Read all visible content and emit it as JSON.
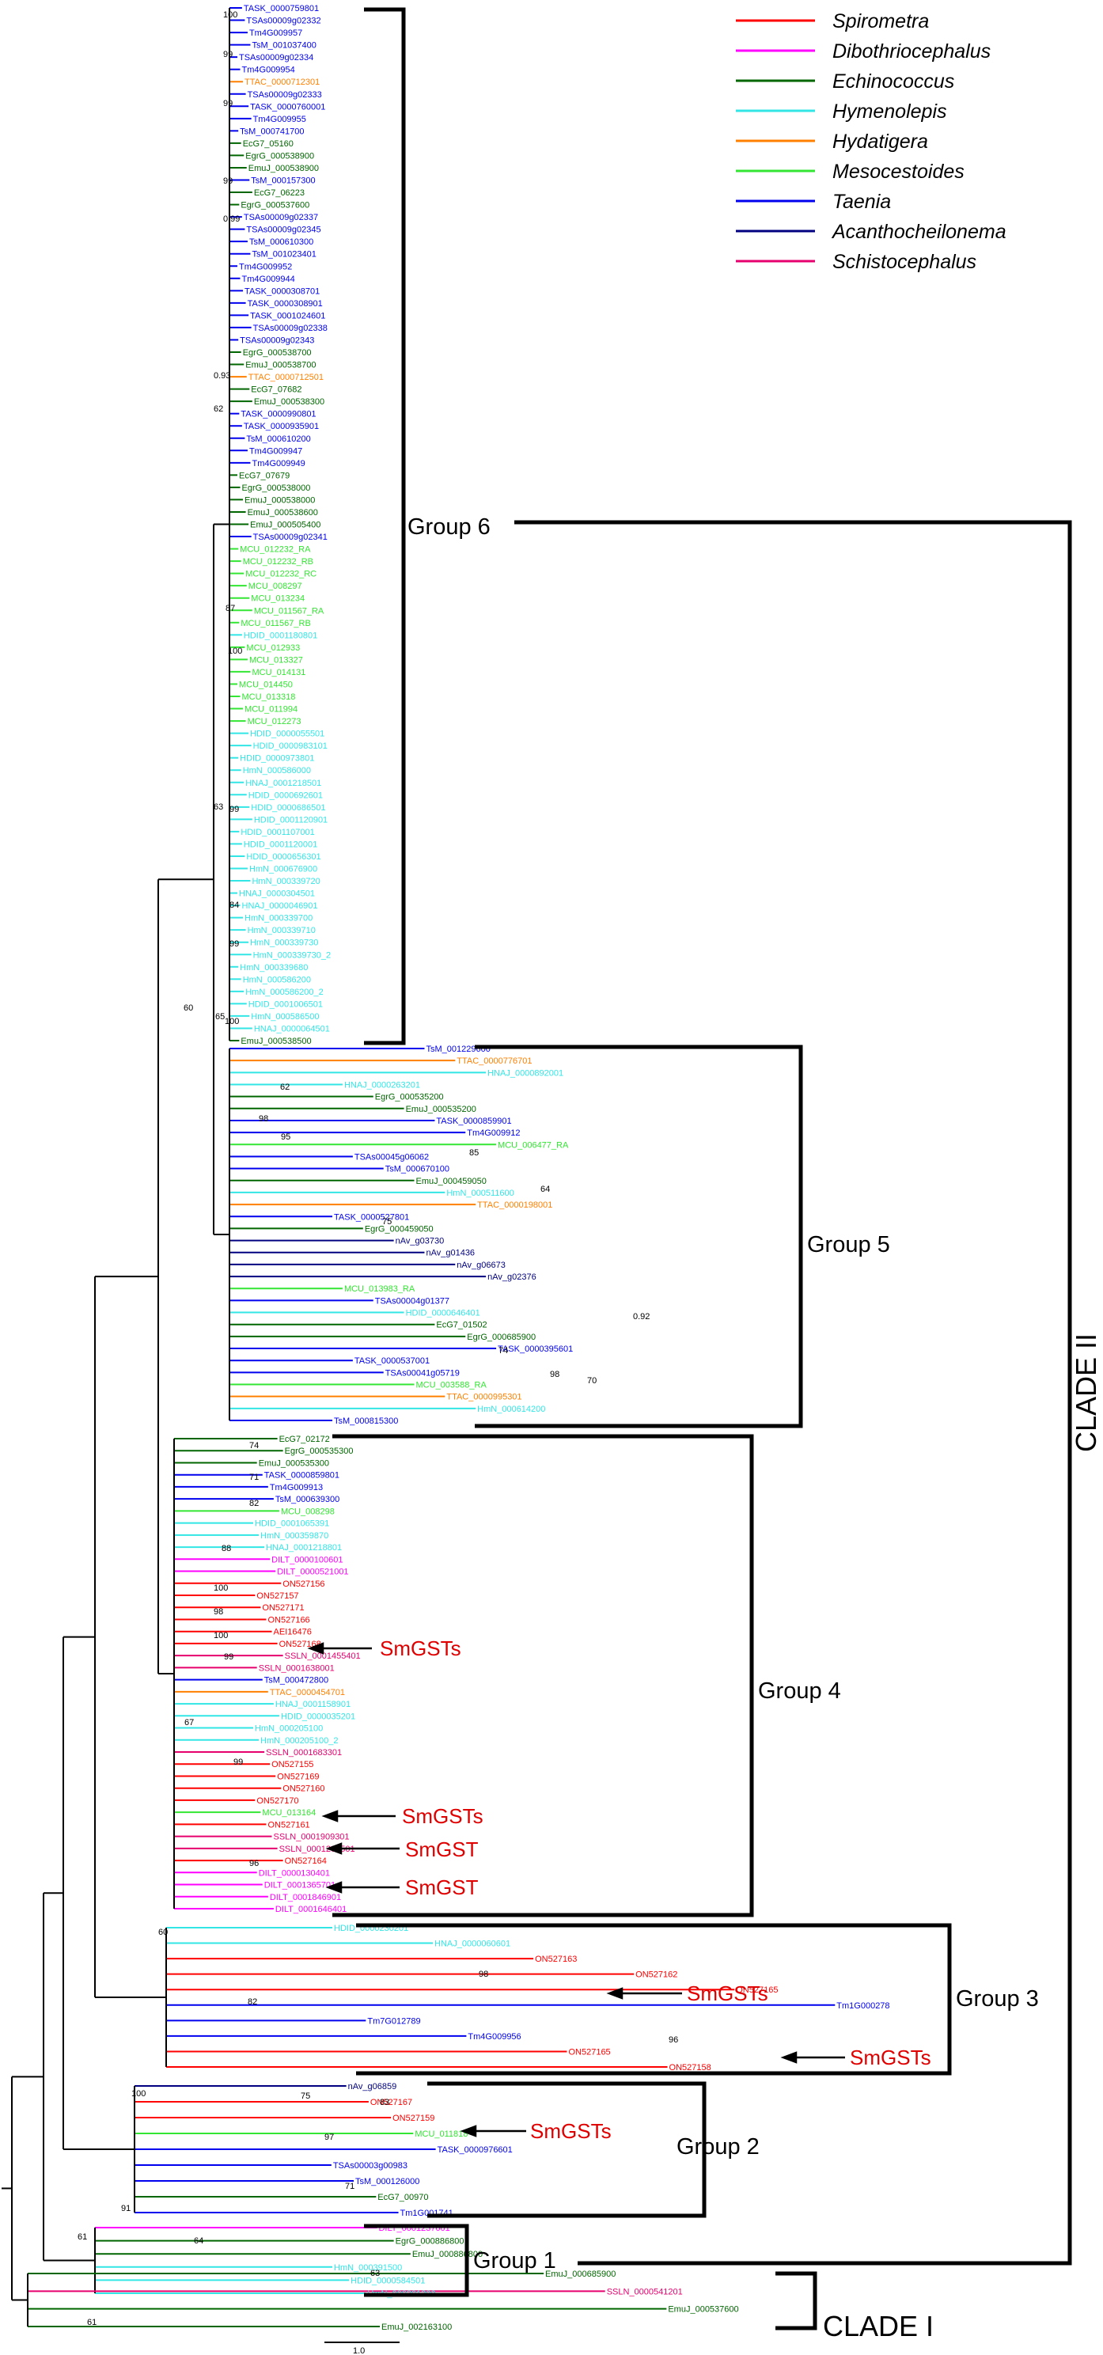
{
  "legend": [
    {
      "genus": "Spirometra",
      "color": "#ff0000"
    },
    {
      "genus": "Dibothriocephalus",
      "color": "#ff00ff"
    },
    {
      "genus": "Echinococcus",
      "color": "#006600"
    },
    {
      "genus": "Hymenolepis",
      "color": "#33e6e6"
    },
    {
      "genus": "Hydatigera",
      "color": "#ff8000"
    },
    {
      "genus": "Mesocestoides",
      "color": "#33e633"
    },
    {
      "genus": "Taenia",
      "color": "#0000ee"
    },
    {
      "genus": "Acanthocheilonema",
      "color": "#000080"
    },
    {
      "genus": "Schistocephalus",
      "color": "#e6006e"
    }
  ],
  "groups": [
    "Group 6",
    "Group 5",
    "Group 4",
    "Group 3",
    "Group 2",
    "Group 1"
  ],
  "clades": [
    "CLADE II",
    "CLADE I"
  ],
  "annotations": {
    "smgsts": "SmGSTs",
    "smgst": "SmGST"
  },
  "scale_label": "1.0",
  "bootstrap": [
    "100",
    "99",
    "99",
    "99",
    "0.99",
    "0.93",
    "62",
    "87",
    "100",
    "99",
    "84",
    "99",
    "65",
    "100",
    "63",
    "60",
    "98",
    "62",
    "95",
    "85",
    "64",
    "75",
    "0.92",
    "74",
    "98",
    "70",
    "74",
    "71",
    "82",
    "88",
    "100",
    "98",
    "100",
    "99",
    "67",
    "99",
    "96",
    "60",
    "98",
    "96",
    "82",
    "75",
    "97",
    "71",
    "100",
    "83",
    "91",
    "64",
    "63",
    "61",
    "61"
  ],
  "leaves": {
    "g6": [
      [
        "TASK_0000759801",
        "Taenia"
      ],
      [
        "TSAs00009g02332",
        "Taenia"
      ],
      [
        "Tm4G009957",
        "Taenia"
      ],
      [
        "TsM_001037400",
        "Taenia"
      ],
      [
        "TSAs00009g02334",
        "Taenia"
      ],
      [
        "Tm4G009954",
        "Taenia"
      ],
      [
        "TTAC_0000712301",
        "Hydatigera"
      ],
      [
        "TSAs00009g02333",
        "Taenia"
      ],
      [
        "TASK_0000760001",
        "Taenia"
      ],
      [
        "Tm4G009955",
        "Taenia"
      ],
      [
        "TsM_000741700",
        "Taenia"
      ],
      [
        "EcG7_05160",
        "Echinococcus"
      ],
      [
        "EgrG_000538900",
        "Echinococcus"
      ],
      [
        "EmuJ_000538900",
        "Echinococcus"
      ],
      [
        "TsM_000157300",
        "Taenia"
      ],
      [
        "EcG7_06223",
        "Echinococcus"
      ],
      [
        "EgrG_000537600",
        "Echinococcus"
      ],
      [
        "TSAs00009g02337",
        "Taenia"
      ],
      [
        "TSAs00009g02345",
        "Taenia"
      ],
      [
        "TsM_000610300",
        "Taenia"
      ],
      [
        "TsM_001023401",
        "Taenia"
      ],
      [
        "Tm4G009952",
        "Taenia"
      ],
      [
        "Tm4G009944",
        "Taenia"
      ],
      [
        "TASK_0000308701",
        "Taenia"
      ],
      [
        "TASK_0000308901",
        "Taenia"
      ],
      [
        "TASK_0001024601",
        "Taenia"
      ],
      [
        "TSAs00009g02338",
        "Taenia"
      ],
      [
        "TSAs00009g02343",
        "Taenia"
      ],
      [
        "EgrG_000538700",
        "Echinococcus"
      ],
      [
        "EmuJ_000538700",
        "Echinococcus"
      ],
      [
        "TTAC_0000712501",
        "Hydatigera"
      ],
      [
        "EcG7_07682",
        "Echinococcus"
      ],
      [
        "EmuJ_000538300",
        "Echinococcus"
      ],
      [
        "TASK_0000990801",
        "Taenia"
      ],
      [
        "TASK_0000935901",
        "Taenia"
      ],
      [
        "TsM_000610200",
        "Taenia"
      ],
      [
        "Tm4G009947",
        "Taenia"
      ],
      [
        "Tm4G009949",
        "Taenia"
      ],
      [
        "EcG7_07679",
        "Echinococcus"
      ],
      [
        "EgrG_000538000",
        "Echinococcus"
      ],
      [
        "EmuJ_000538000",
        "Echinococcus"
      ],
      [
        "EmuJ_000538600",
        "Echinococcus"
      ],
      [
        "EmuJ_000505400",
        "Echinococcus"
      ],
      [
        "TSAs00009g02341",
        "Taenia"
      ],
      [
        "MCU_012232_RA",
        "Mesocestoides"
      ],
      [
        "MCU_012232_RB",
        "Mesocestoides"
      ],
      [
        "MCU_012232_RC",
        "Mesocestoides"
      ],
      [
        "MCU_008297",
        "Mesocestoides"
      ],
      [
        "MCU_013234",
        "Mesocestoides"
      ],
      [
        "MCU_011567_RA",
        "Mesocestoides"
      ],
      [
        "MCU_011567_RB",
        "Mesocestoides"
      ],
      [
        "HDID_0001180801",
        "Hymenolepis"
      ],
      [
        "MCU_012933",
        "Mesocestoides"
      ],
      [
        "MCU_013327",
        "Mesocestoides"
      ],
      [
        "MCU_014131",
        "Mesocestoides"
      ],
      [
        "MCU_014450",
        "Mesocestoides"
      ],
      [
        "MCU_013318",
        "Mesocestoides"
      ],
      [
        "MCU_011994",
        "Mesocestoides"
      ],
      [
        "MCU_012273",
        "Mesocestoides"
      ],
      [
        "HDID_0000055501",
        "Hymenolepis"
      ],
      [
        "HDID_0000983101",
        "Hymenolepis"
      ],
      [
        "HDID_0000973801",
        "Hymenolepis"
      ],
      [
        "HmN_000586000",
        "Hymenolepis"
      ],
      [
        "HNAJ_0001218501",
        "Hymenolepis"
      ],
      [
        "HDID_0000692601",
        "Hymenolepis"
      ],
      [
        "HDID_0000686501",
        "Hymenolepis"
      ],
      [
        "HDID_0001120901",
        "Hymenolepis"
      ],
      [
        "HDID_0001107001",
        "Hymenolepis"
      ],
      [
        "HDID_0001120001",
        "Hymenolepis"
      ],
      [
        "HDID_0000656301",
        "Hymenolepis"
      ],
      [
        "HmN_000676900",
        "Hymenolepis"
      ],
      [
        "HmN_000339720",
        "Hymenolepis"
      ],
      [
        "HNAJ_0000304501",
        "Hymenolepis"
      ],
      [
        "HNAJ_0000046901",
        "Hymenolepis"
      ],
      [
        "HmN_000339700",
        "Hymenolepis"
      ],
      [
        "HmN_000339710",
        "Hymenolepis"
      ],
      [
        "HmN_000339730",
        "Hymenolepis"
      ],
      [
        "HmN_000339730_2",
        "Hymenolepis"
      ],
      [
        "HmN_000339680",
        "Hymenolepis"
      ],
      [
        "HmN_000586200",
        "Hymenolepis"
      ],
      [
        "HmN_000586200_2",
        "Hymenolepis"
      ],
      [
        "HDID_0001006501",
        "Hymenolepis"
      ],
      [
        "HmN_000586500",
        "Hymenolepis"
      ],
      [
        "HNAJ_0000064501",
        "Hymenolepis"
      ],
      [
        "EmuJ_000538500",
        "Echinococcus"
      ]
    ],
    "g5": [
      [
        "TsM_001229600",
        "Taenia"
      ],
      [
        "TTAC_0000776701",
        "Hydatigera"
      ],
      [
        "HNAJ_0000892001",
        "Hymenolepis"
      ],
      [
        "HNAJ_0000263201",
        "Hymenolepis"
      ],
      [
        "EgrG_000535200",
        "Echinococcus"
      ],
      [
        "EmuJ_000535200",
        "Echinococcus"
      ],
      [
        "TASK_0000859901",
        "Taenia"
      ],
      [
        "Tm4G009912",
        "Taenia"
      ],
      [
        "MCU_006477_RA",
        "Mesocestoides"
      ],
      [
        "TSAs00045g06062",
        "Taenia"
      ],
      [
        "TsM_000670100",
        "Taenia"
      ],
      [
        "EmuJ_000459050",
        "Echinococcus"
      ],
      [
        "HmN_000511600",
        "Hymenolepis"
      ],
      [
        "TTAC_0000198001",
        "Hydatigera"
      ],
      [
        "TASK_0000527801",
        "Taenia"
      ],
      [
        "EgrG_000459050",
        "Echinococcus"
      ],
      [
        "nAv_g03730",
        "Acanthocheilonema"
      ],
      [
        "nAv_g01436",
        "Acanthocheilonema"
      ],
      [
        "nAv_g06673",
        "Acanthocheilonema"
      ],
      [
        "nAv_g02376",
        "Acanthocheilonema"
      ],
      [
        "MCU_013983_RA",
        "Mesocestoides"
      ],
      [
        "TSAs00004g01377",
        "Taenia"
      ],
      [
        "HDID_0000646401",
        "Hymenolepis"
      ],
      [
        "EcG7_01502",
        "Echinococcus"
      ],
      [
        "EgrG_000685900",
        "Echinococcus"
      ],
      [
        "TASK_0000395601",
        "Taenia"
      ],
      [
        "TASK_0000537001",
        "Taenia"
      ],
      [
        "TSAs00041g05719",
        "Taenia"
      ],
      [
        "MCU_003588_RA",
        "Mesocestoides"
      ],
      [
        "TTAC_0000995301",
        "Hydatigera"
      ],
      [
        "HmN_000614200",
        "Hymenolepis"
      ],
      [
        "TsM_000815300",
        "Taenia"
      ]
    ],
    "g4": [
      [
        "EcG7_02172",
        "Echinococcus"
      ],
      [
        "EgrG_000535300",
        "Echinococcus"
      ],
      [
        "EmuJ_000535300",
        "Echinococcus"
      ],
      [
        "TASK_0000859801",
        "Taenia"
      ],
      [
        "Tm4G009913",
        "Taenia"
      ],
      [
        "TsM_000639300",
        "Taenia"
      ],
      [
        "MCU_008298",
        "Mesocestoides"
      ],
      [
        "HDID_0001065391",
        "Hymenolepis"
      ],
      [
        "HmN_000359870",
        "Hymenolepis"
      ],
      [
        "HNAJ_0001218801",
        "Hymenolepis"
      ],
      [
        "DILT_0000100601",
        "Dibothriocephalus"
      ],
      [
        "DILT_0000521001",
        "Dibothriocephalus"
      ],
      [
        "ON527156",
        "Spirometra"
      ],
      [
        "ON527157",
        "Spirometra"
      ],
      [
        "ON527171",
        "Spirometra"
      ],
      [
        "ON527166",
        "Spirometra"
      ],
      [
        "AEI16476",
        "Spirometra"
      ],
      [
        "ON527168",
        "Spirometra"
      ],
      [
        "SSLN_0001455401",
        "Schistocephalus"
      ],
      [
        "SSLN_0001638001",
        "Schistocephalus"
      ],
      [
        "TsM_000472800",
        "Taenia"
      ],
      [
        "TTAC_0000454701",
        "Hydatigera"
      ],
      [
        "HNAJ_0001158901",
        "Hymenolepis"
      ],
      [
        "HDID_0000035201",
        "Hymenolepis"
      ],
      [
        "HmN_000205100",
        "Hymenolepis"
      ],
      [
        "HmN_000205100_2",
        "Hymenolepis"
      ],
      [
        "SSLN_0001683301",
        "Schistocephalus"
      ],
      [
        "ON527155",
        "Spirometra"
      ],
      [
        "ON527169",
        "Spirometra"
      ],
      [
        "ON527160",
        "Spirometra"
      ],
      [
        "ON527170",
        "Spirometra"
      ],
      [
        "MCU_013164",
        "Mesocestoides"
      ],
      [
        "ON527161",
        "Spirometra"
      ],
      [
        "SSLN_0001909301",
        "Schistocephalus"
      ],
      [
        "SSLN_0001208501",
        "Schistocephalus"
      ],
      [
        "ON527164",
        "Spirometra"
      ],
      [
        "DILT_0000130401",
        "Dibothriocephalus"
      ],
      [
        "DILT_0001365701",
        "Dibothriocephalus"
      ],
      [
        "DILT_0001846901",
        "Dibothriocephalus"
      ],
      [
        "DILT_0001646401",
        "Dibothriocephalus"
      ]
    ],
    "g3": [
      [
        "HDID_0000230201",
        "Hymenolepis"
      ],
      [
        "HNAJ_0000060601",
        "Hymenolepis"
      ],
      [
        "ON527163",
        "Spirometra"
      ],
      [
        "ON527162",
        "Spirometra"
      ],
      [
        "ON527165",
        "Spirometra"
      ],
      [
        "Tm1G000278",
        "Taenia"
      ],
      [
        "Tm7G012789",
        "Taenia"
      ],
      [
        "Tm4G009956",
        "Taenia"
      ],
      [
        "ON527165",
        "Spirometra"
      ],
      [
        "ON527158",
        "Spirometra"
      ]
    ],
    "g2": [
      [
        "nAv_g06859",
        "Acanthocheilonema"
      ],
      [
        "ON527167",
        "Spirometra"
      ],
      [
        "ON527159",
        "Spirometra"
      ],
      [
        "MCU_011818",
        "Mesocestoides"
      ],
      [
        "TASK_0000976601",
        "Taenia"
      ],
      [
        "TSAs00003g00983",
        "Taenia"
      ],
      [
        "TsM_000126000",
        "Taenia"
      ],
      [
        "EcG7_00970",
        "Echinococcus"
      ],
      [
        "Tm1G001741",
        "Taenia"
      ]
    ],
    "g1": [
      [
        "DILT_0001237601",
        "Dibothriocephalus"
      ],
      [
        "EgrG_000886800",
        "Echinococcus"
      ],
      [
        "EmuJ_000886800",
        "Echinococcus"
      ],
      [
        "HmN_000391500",
        "Hymenolepis"
      ],
      [
        "HDID_0000584501",
        "Hymenolepis"
      ],
      [
        "HmN_000391200",
        "Hymenolepis"
      ]
    ],
    "c1": [
      [
        "EmuJ_000685900",
        "Echinococcus"
      ],
      [
        "SSLN_0000541201",
        "Schistocephalus"
      ],
      [
        "EmuJ_000537600",
        "Echinococcus"
      ],
      [
        "EmuJ_002163100",
        "Echinococcus"
      ]
    ]
  }
}
